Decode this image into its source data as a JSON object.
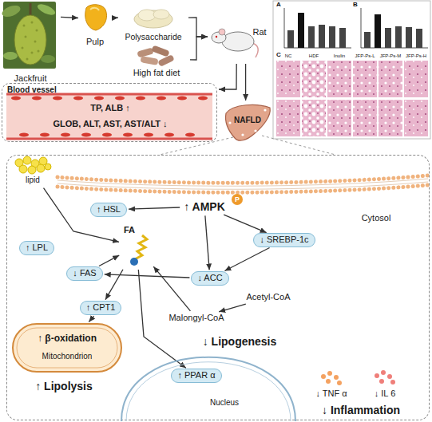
{
  "diagram": {
    "nodes": [
      {
        "text": [
          "Jackfruit"
        ]
      },
      {
        "text": [
          "Pulp"
        ]
      },
      {
        "text": [
          "Polysaccharide"
        ]
      },
      {
        "text": [
          "High fat diet"
        ]
      },
      {
        "text": [
          "Rat"
        ]
      },
      {
        "text": [
          "Blood vessel",
          "TP, ALB ↑",
          "GLOB, ALT, AST, AST/ALT ↓"
        ]
      },
      {
        "text": [
          "NAFLD"
        ]
      },
      {
        "text": [
          "Cytosol"
        ]
      },
      {
        "text": [
          "lipid"
        ],
        "in": 7
      },
      {
        "text": [
          "↑ AMPK"
        ],
        "in": 7
      },
      {
        "text": [
          "↑ HSL"
        ],
        "in": 7
      },
      {
        "text": [
          "↑ LPL"
        ],
        "in": 7
      },
      {
        "text": [
          "↓ SREBP-1c"
        ],
        "in": 7
      },
      {
        "text": [
          "FA"
        ],
        "in": 7
      },
      {
        "text": [
          "↓ FAS"
        ],
        "in": 7
      },
      {
        "text": [
          "↓ ACC"
        ],
        "in": 7
      },
      {
        "text": [
          "Acetyl-CoA"
        ],
        "in": 7
      },
      {
        "text": [
          "Malongyl-CoA"
        ],
        "in": 7
      },
      {
        "text": [
          "↑ CPT1"
        ],
        "in": 7
      },
      {
        "text": [
          "↑ β-oxidation",
          "Mitochondrion"
        ],
        "in": 7
      },
      {
        "text": [
          "Nucleus"
        ],
        "in": 7
      },
      {
        "text": [
          "↑ PPAR α"
        ],
        "in": 20
      }
    ],
    "edges": [
      {
        "from": 0,
        "to": 1,
        "arrow": "to"
      },
      {
        "from": 1,
        "to": 2,
        "arrow": "to"
      },
      {
        "from": 2,
        "to": 4,
        "arrow": "to"
      },
      {
        "from": 3,
        "to": 4,
        "arrow": "to"
      },
      {
        "from": 4,
        "to": 5,
        "arrow": "to"
      },
      {
        "from": 4,
        "to": 6,
        "arrow": "to"
      },
      {
        "from": 8,
        "to": 13,
        "arrow": "to"
      },
      {
        "from": 9,
        "to": 10,
        "arrow": "to"
      },
      {
        "from": 9,
        "to": 12,
        "arrow": "to"
      },
      {
        "from": 9,
        "to": 15,
        "arrow": "to"
      },
      {
        "from": 12,
        "to": 15,
        "arrow": "to"
      },
      {
        "from": 15,
        "to": 14,
        "arrow": "to"
      },
      {
        "from": 16,
        "to": 17,
        "arrow": "to"
      },
      {
        "from": 17,
        "to": 13,
        "arrow": "to"
      },
      {
        "from": 14,
        "to": 13,
        "arrow": "to"
      },
      {
        "from": 13,
        "to": 18,
        "arrow": "to"
      },
      {
        "from": 18,
        "to": 19,
        "arrow": "to"
      },
      {
        "from": 13,
        "to": 21,
        "arrow": "to"
      }
    ],
    "labels": [
      "P",
      "A",
      "B",
      "C",
      "NC",
      "HDF",
      "Inulin",
      "JFP-Ps-L",
      "JFP-Ps-M",
      "JFP-Ps-H",
      "↓ Lipogenesis",
      "↑ Lipolysis",
      "↓ TNF α",
      "↓ IL 6",
      "↓ Inflammation"
    ]
  }
}
